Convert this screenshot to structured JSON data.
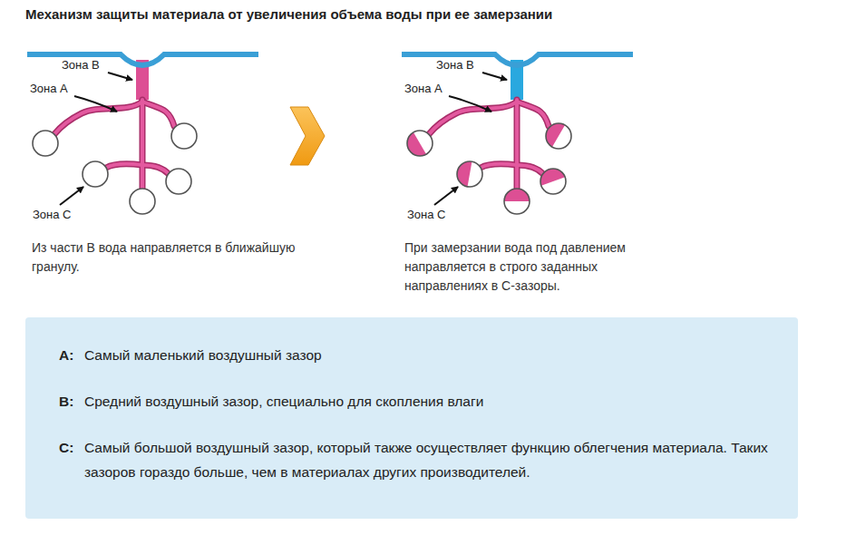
{
  "diagram": {
    "title": "Механизм защиты материала от увеличения объема воды при ее замерзании",
    "nodes": [
      {
        "text": [
          "A:",
          "Самый маленький воздушный зазор",
          "B:",
          "Средний воздушный зазор, специально для скопления влаги",
          "C:",
          "Самый большой воздушный зазор, который также осуществляет функцию облегчения материала. Таких зазоров гораздо больше, чем в материалах других производителей."
        ]
      }
    ],
    "labels": [
      "Зона В",
      "Зона А",
      "Зона С",
      "Из части В вода направляется в ближайшую гранулу.",
      "Зона В",
      "Зона А",
      "Зона С",
      "При замерзании вода под давлением направляется в строго заданных направлениях в С-зазоры."
    ]
  }
}
